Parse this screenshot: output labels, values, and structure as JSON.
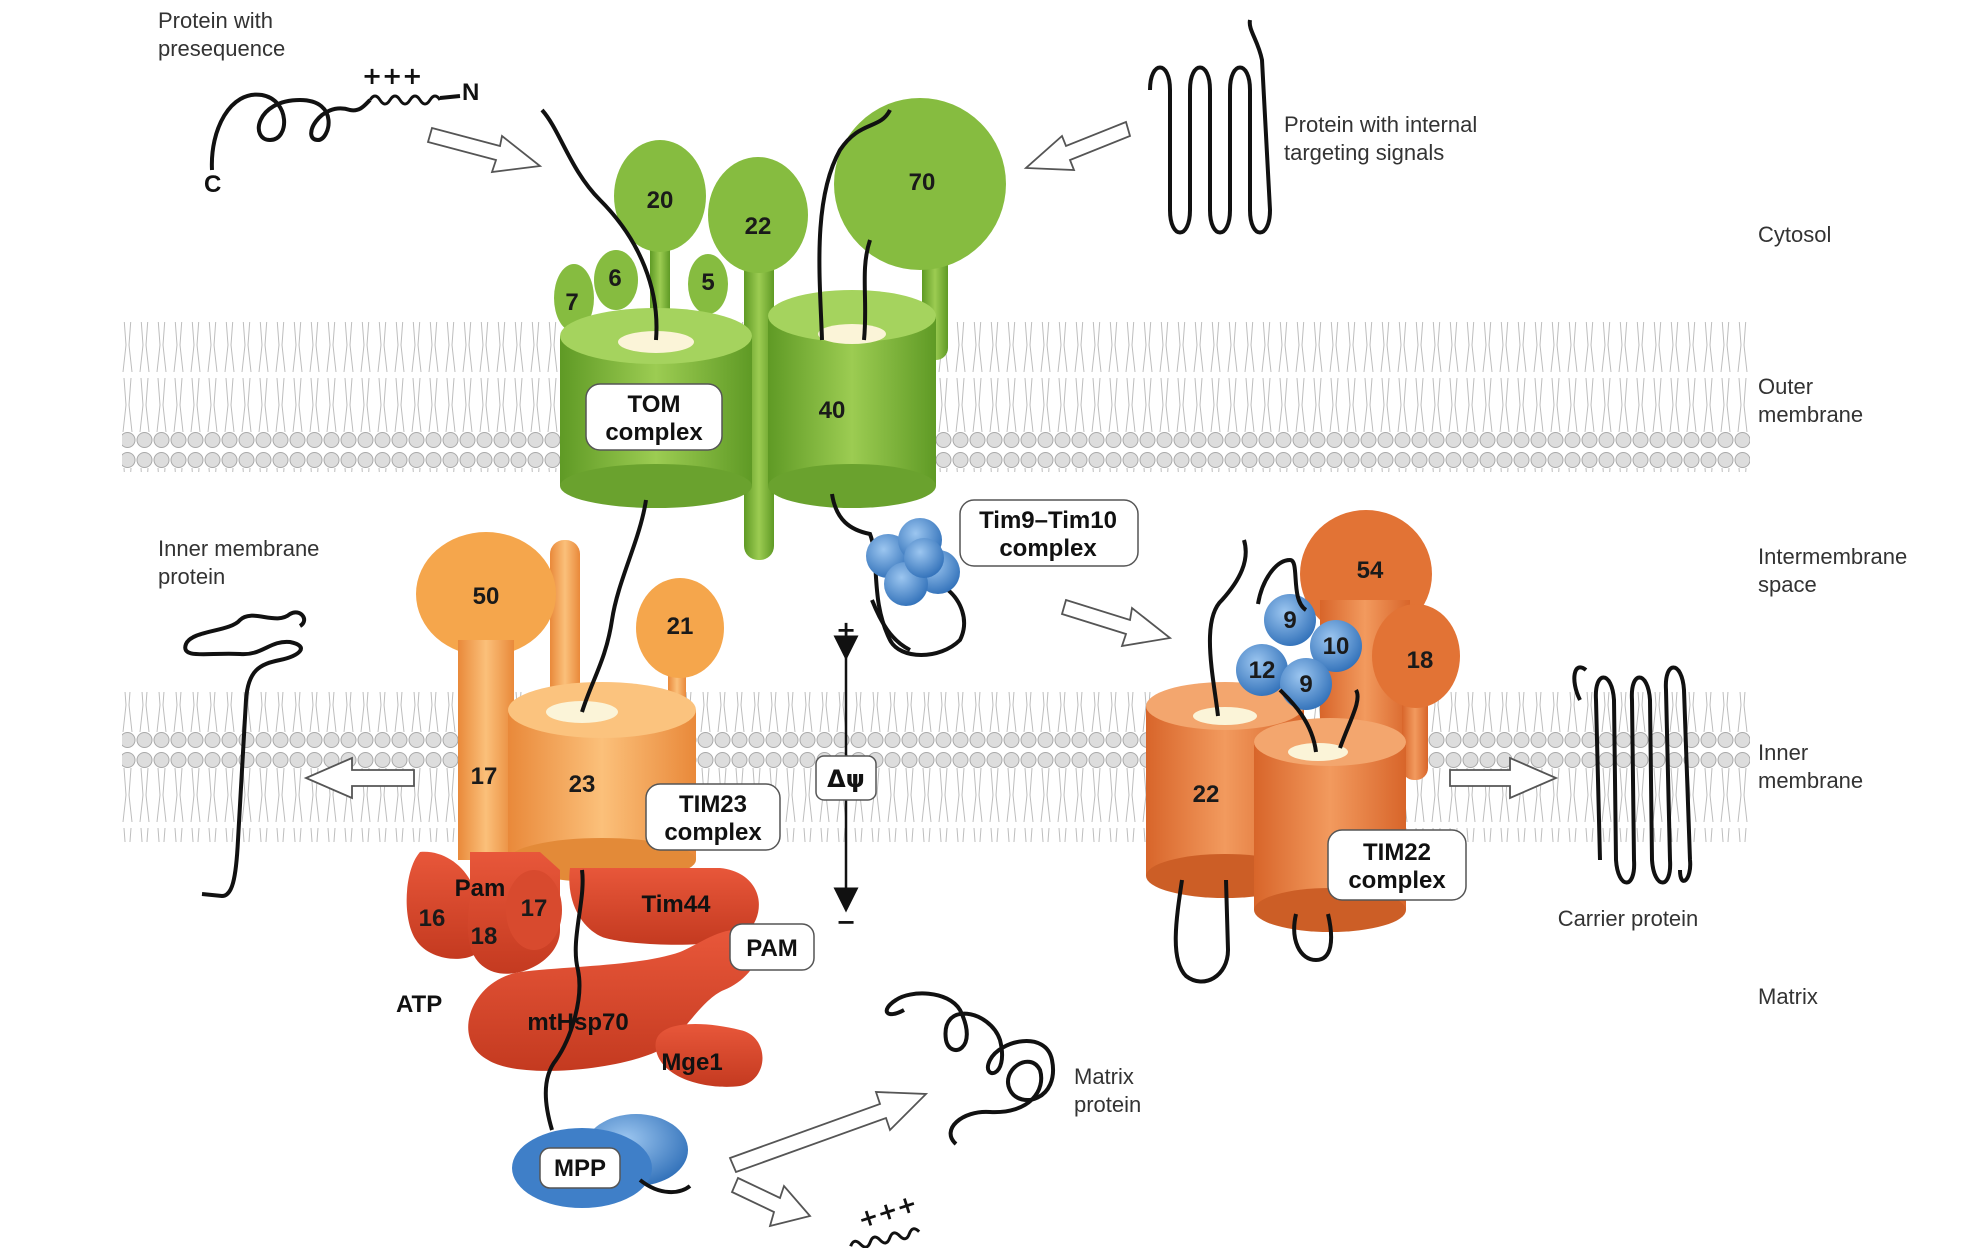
{
  "compartments": {
    "cytosol": "Cytosol",
    "outer_membrane": [
      "Outer",
      "membrane"
    ],
    "intermembrane_space": [
      "Intermembrane",
      "space"
    ],
    "inner_membrane": [
      "Inner",
      "membrane"
    ],
    "matrix": "Matrix"
  },
  "substrates": {
    "presequence_protein": [
      "Protein with",
      "presequence"
    ],
    "presequence_signal": "+++",
    "n_terminus": "N",
    "c_terminus": "C",
    "internal_signal_protein": [
      "Protein with internal",
      "targeting signals"
    ],
    "inner_membrane_protein": [
      "Inner membrane",
      "protein"
    ],
    "carrier_protein": "Carrier protein",
    "matrix_protein": [
      "Matrix",
      "protein"
    ],
    "cleaved_presequence": "+++"
  },
  "tom": {
    "label": [
      "TOM",
      "complex"
    ],
    "subunits": [
      "20",
      "22",
      "70",
      "7",
      "6",
      "5",
      "40"
    ]
  },
  "small_tims": {
    "label": [
      "Tim9–Tim10",
      "complex"
    ]
  },
  "tim23": {
    "label": [
      "TIM23",
      "complex"
    ],
    "subunits": [
      "50",
      "21",
      "17",
      "23"
    ]
  },
  "potential": {
    "symbol": "Δψ",
    "plus": "+",
    "minus": "−"
  },
  "pam": {
    "label": "PAM",
    "pam_text": "Pam",
    "subunits": [
      "16",
      "18",
      "17"
    ],
    "tim44": "Tim44",
    "mthsp70": "mtHsp70",
    "mge1": "Mge1",
    "atp": "ATP"
  },
  "mpp": {
    "label": "MPP"
  },
  "tim22": {
    "label": [
      "TIM22",
      "complex"
    ],
    "subunits": [
      "54",
      "18",
      "22"
    ],
    "small_subunits": [
      "9",
      "10",
      "12",
      "9"
    ]
  },
  "colors": {
    "tom_green": "#7fb23a",
    "tim23_orange": "#f2a24a",
    "pam_red": "#d9452b",
    "tim22_orange": "#e77a3c",
    "small_tim_blue": "#4f8fd4",
    "membrane_gray": "#d9d9d9"
  }
}
